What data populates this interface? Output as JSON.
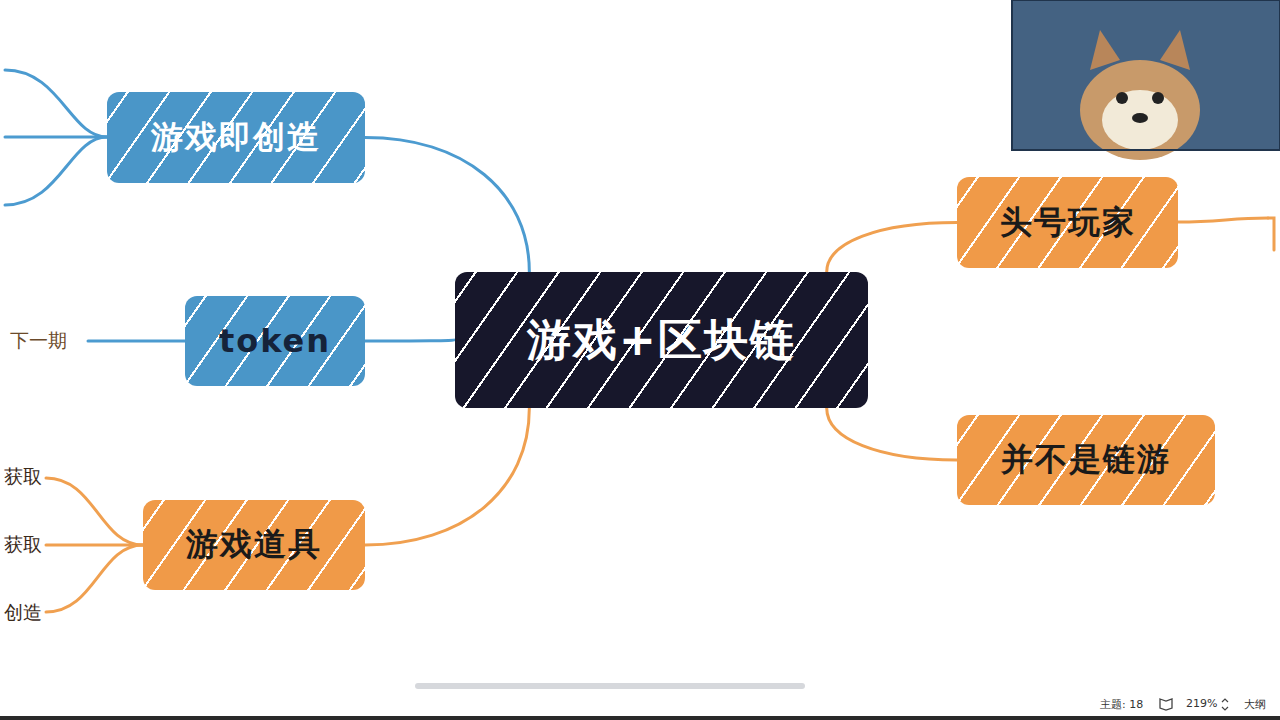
{
  "diagram": {
    "nodes": [
      {
        "text": [
          "游戏+区块链"
        ]
      },
      {
        "text": [
          "游戏即创造"
        ]
      },
      {
        "text": [
          "token"
        ]
      },
      {
        "text": [
          "游戏道具"
        ]
      },
      {
        "text": [
          "头号玩家"
        ]
      },
      {
        "text": [
          "并不是链游"
        ]
      }
    ],
    "edges": [
      {
        "from": 0,
        "to": 1,
        "arrow": "none"
      },
      {
        "from": 0,
        "to": 2,
        "arrow": "none"
      },
      {
        "from": 0,
        "to": 3,
        "arrow": "none"
      },
      {
        "from": 0,
        "to": 4,
        "arrow": "none"
      },
      {
        "from": 0,
        "to": 5,
        "arrow": "none"
      }
    ],
    "labels": [
      "下一期",
      "获取",
      "获取",
      "创造",
      "主题: 18",
      "219%",
      "大纲"
    ]
  }
}
